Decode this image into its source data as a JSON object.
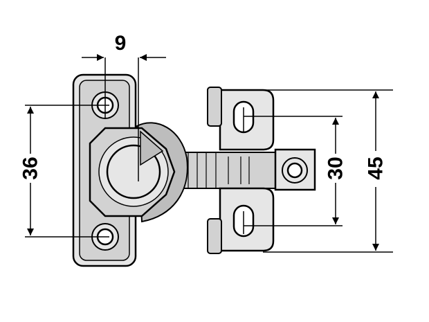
{
  "diagram": {
    "dimensions": {
      "top_width": "9",
      "left_height": "36",
      "right_inner": "30",
      "right_outer": "45"
    },
    "colors": {
      "line": "#000000",
      "fill_light": "#e6e6e6",
      "fill_mid": "#d2d2d2",
      "fill_dark": "#bdbdbd",
      "background": "#ffffff"
    }
  }
}
